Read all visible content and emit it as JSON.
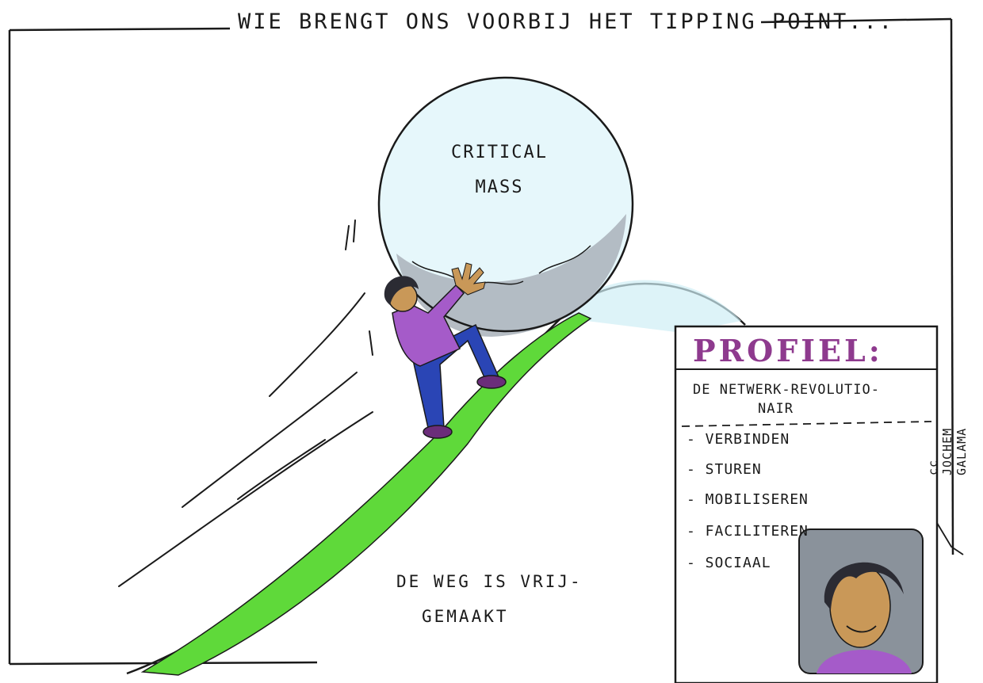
{
  "title": "WIE BRENGT ONS VOORBIJ HET TIPPING POINT...",
  "ball": {
    "line1": "CRITICAL",
    "line2": "MASS"
  },
  "road": {
    "line1": "DE WEG IS VRIJ-",
    "line2": "GEMAAKT"
  },
  "profile": {
    "heading": "PROFIEL:",
    "subtitle_line1": "DE NETWERK-REVOLUTIO-",
    "subtitle_line2": "NAIR",
    "items": [
      "- VERBINDEN",
      "- STUREN",
      "- MOBILISEREN",
      "- FACILITEREN",
      "- SOCIAAL"
    ]
  },
  "credit": "cc JOCHEM GALAMA",
  "colors": {
    "road": "#5fd93a",
    "shirt": "#a55bc9",
    "trousers": "#2a45b5",
    "skin": "#c99858",
    "hair": "#2b2b33",
    "ball_shadow": "#9aa3ad",
    "profile_heading": "#8e3a8e"
  }
}
